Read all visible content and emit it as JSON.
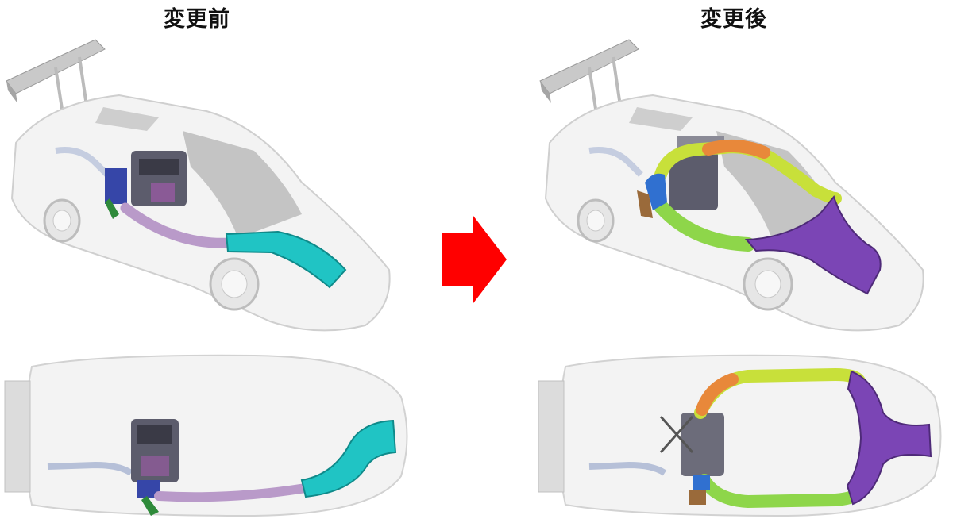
{
  "labels": {
    "before": "変更前",
    "after": "変更後"
  },
  "colors": {
    "car_body": "#f2f2f2",
    "car_outline": "#cfcfcf",
    "glass": "#bdbdbd",
    "engine": "#5a5a6a",
    "duct_before_pipe": "#b99ac9",
    "duct_before_front": "#20c4c4",
    "duct_after_yellow": "#c8e03a",
    "duct_after_green": "#8ed64a",
    "duct_after_orange": "#e8883a",
    "duct_after_purple": "#7b45b5",
    "arrow": "#ff0000"
  },
  "arrow": {
    "direction": "right"
  }
}
